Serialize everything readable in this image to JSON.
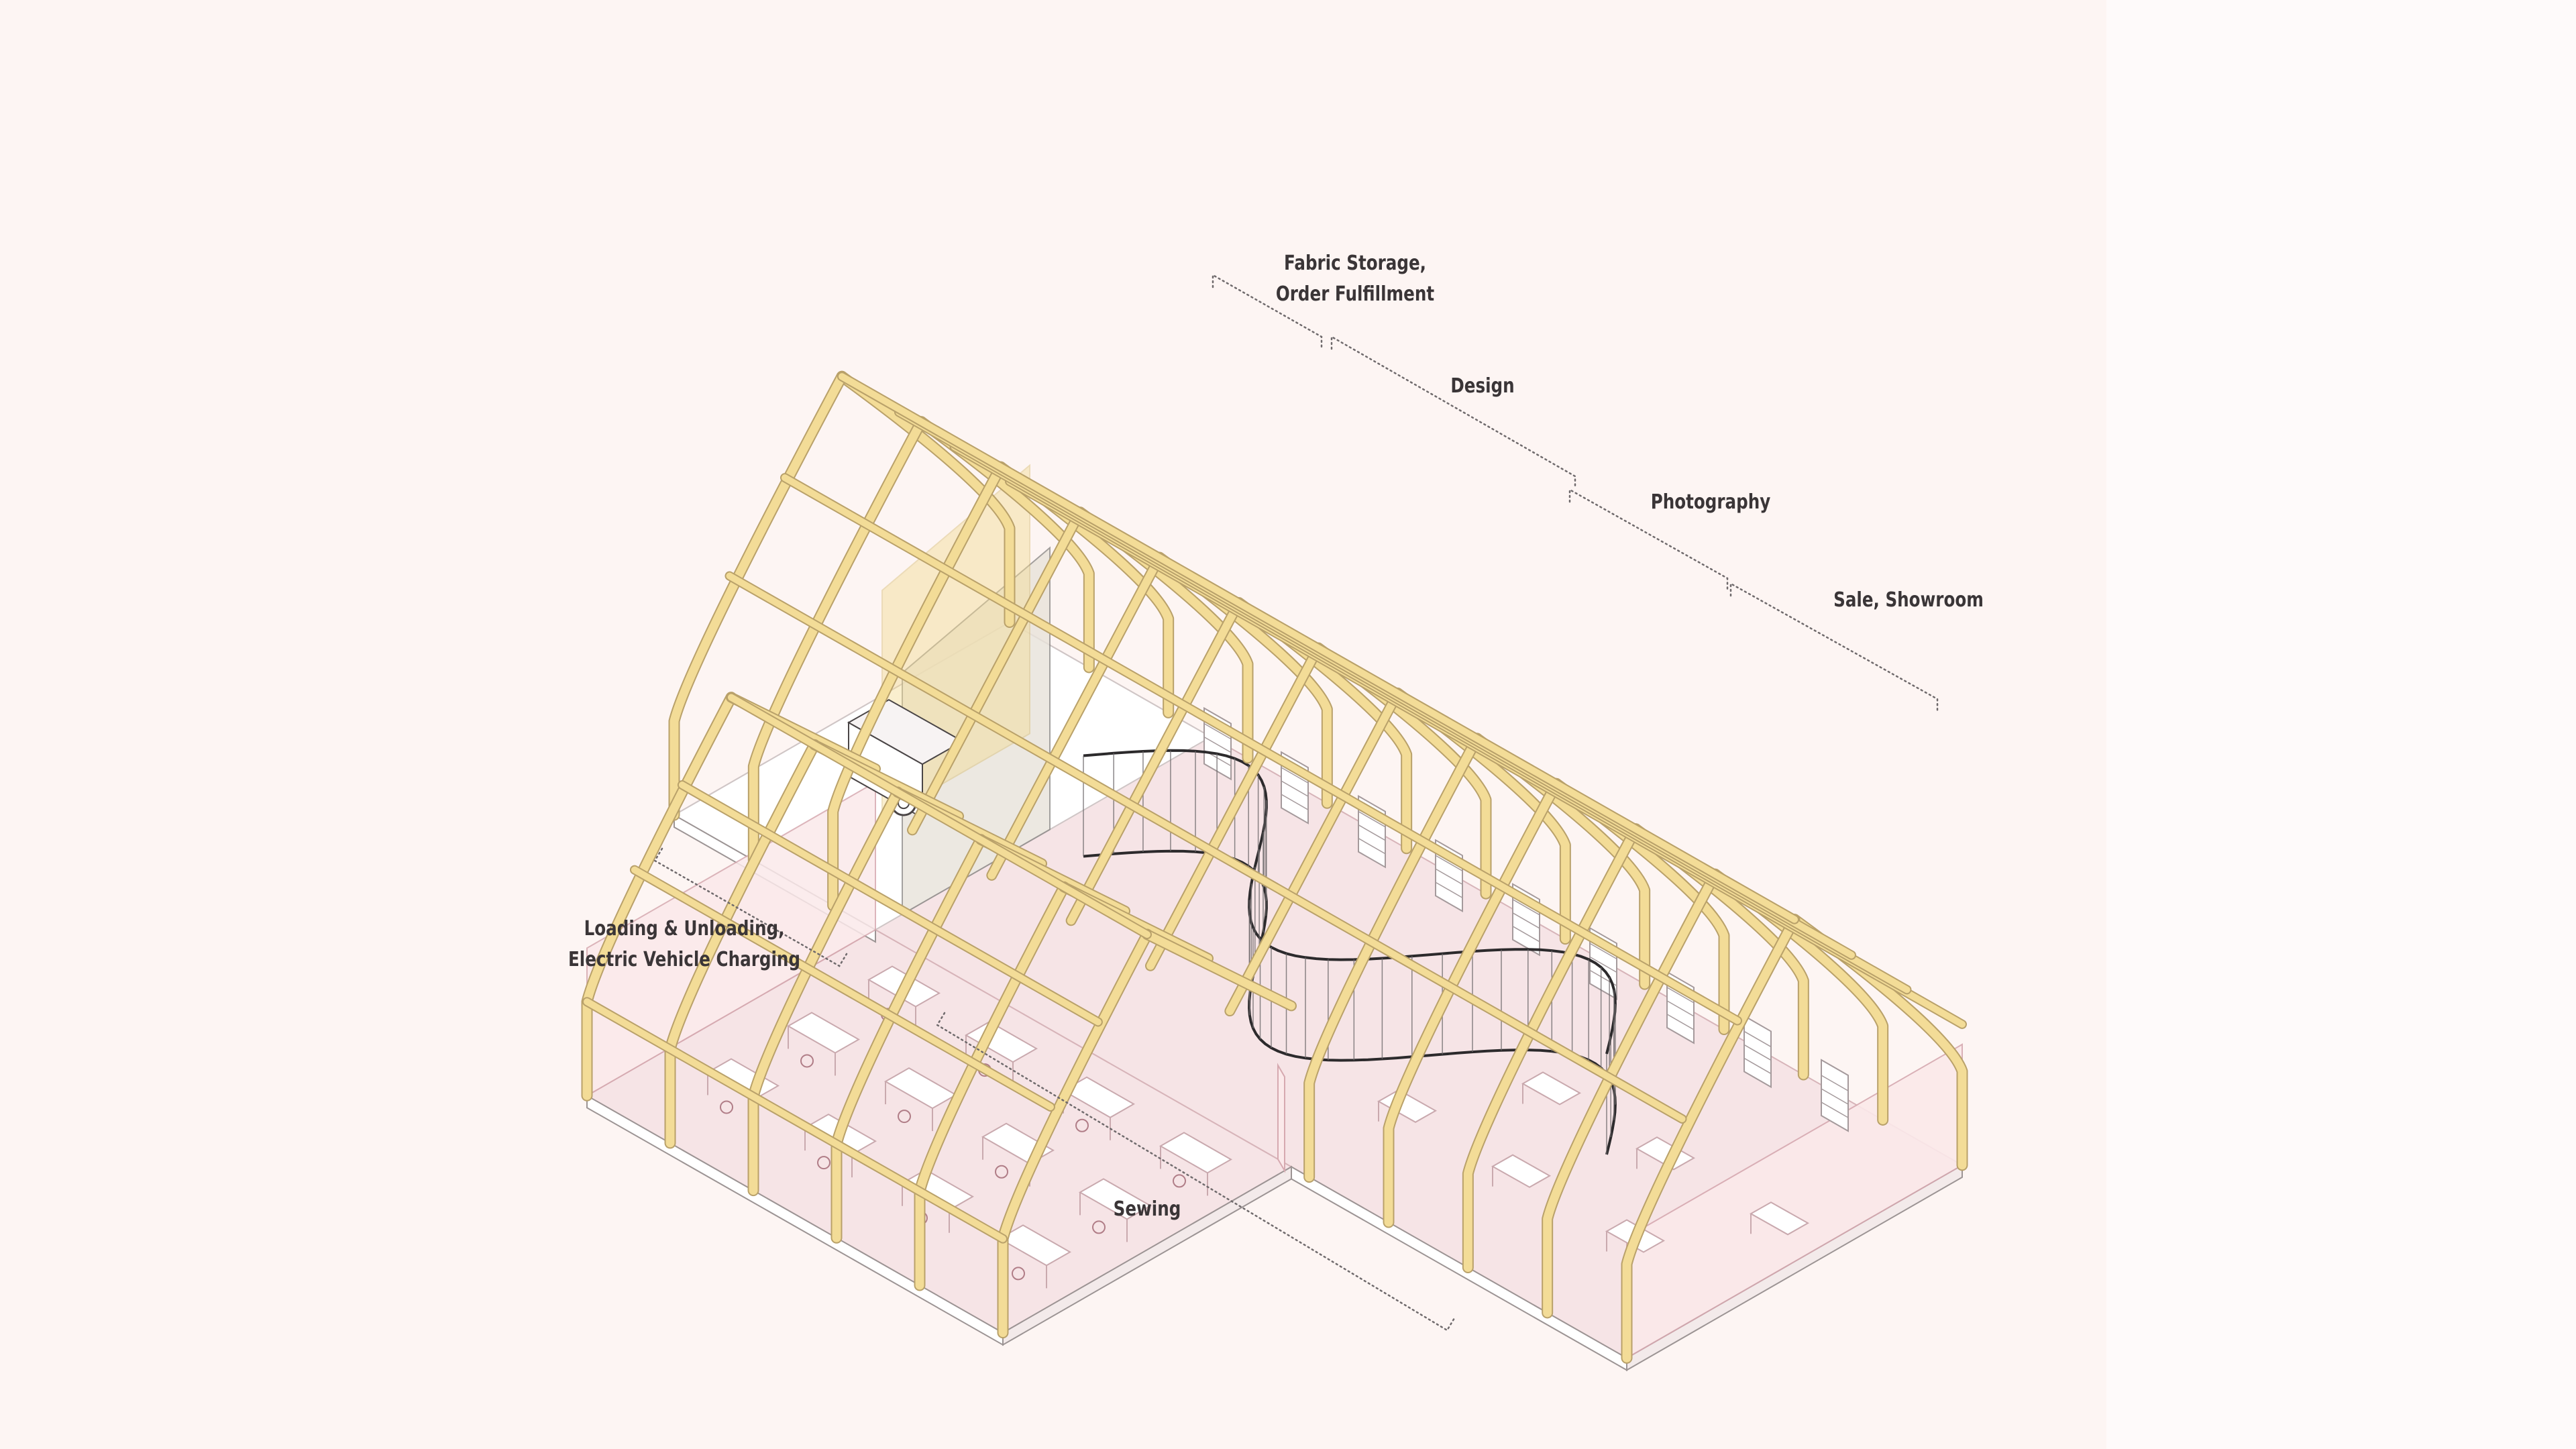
{
  "labels": {
    "fabric_storage": [
      "Fabric Storage,",
      "Order Fulfillment"
    ],
    "design": "Design",
    "photography": "Photography",
    "sale": "Sale, Showroom",
    "loading": [
      "Loading & Unloading,",
      "Electric Vehicle Charging"
    ],
    "sewing": "Sewing"
  },
  "colors": {
    "background": "#fdf5f3",
    "timber": "#f3dc97",
    "timber_stroke": "#b9a16a",
    "floor": "#f6e4e6",
    "wall": "#fbe9ea",
    "line": "#2c2a2c",
    "furniture": "#c9a9ae",
    "translucent_panel": "#e8e3da"
  }
}
